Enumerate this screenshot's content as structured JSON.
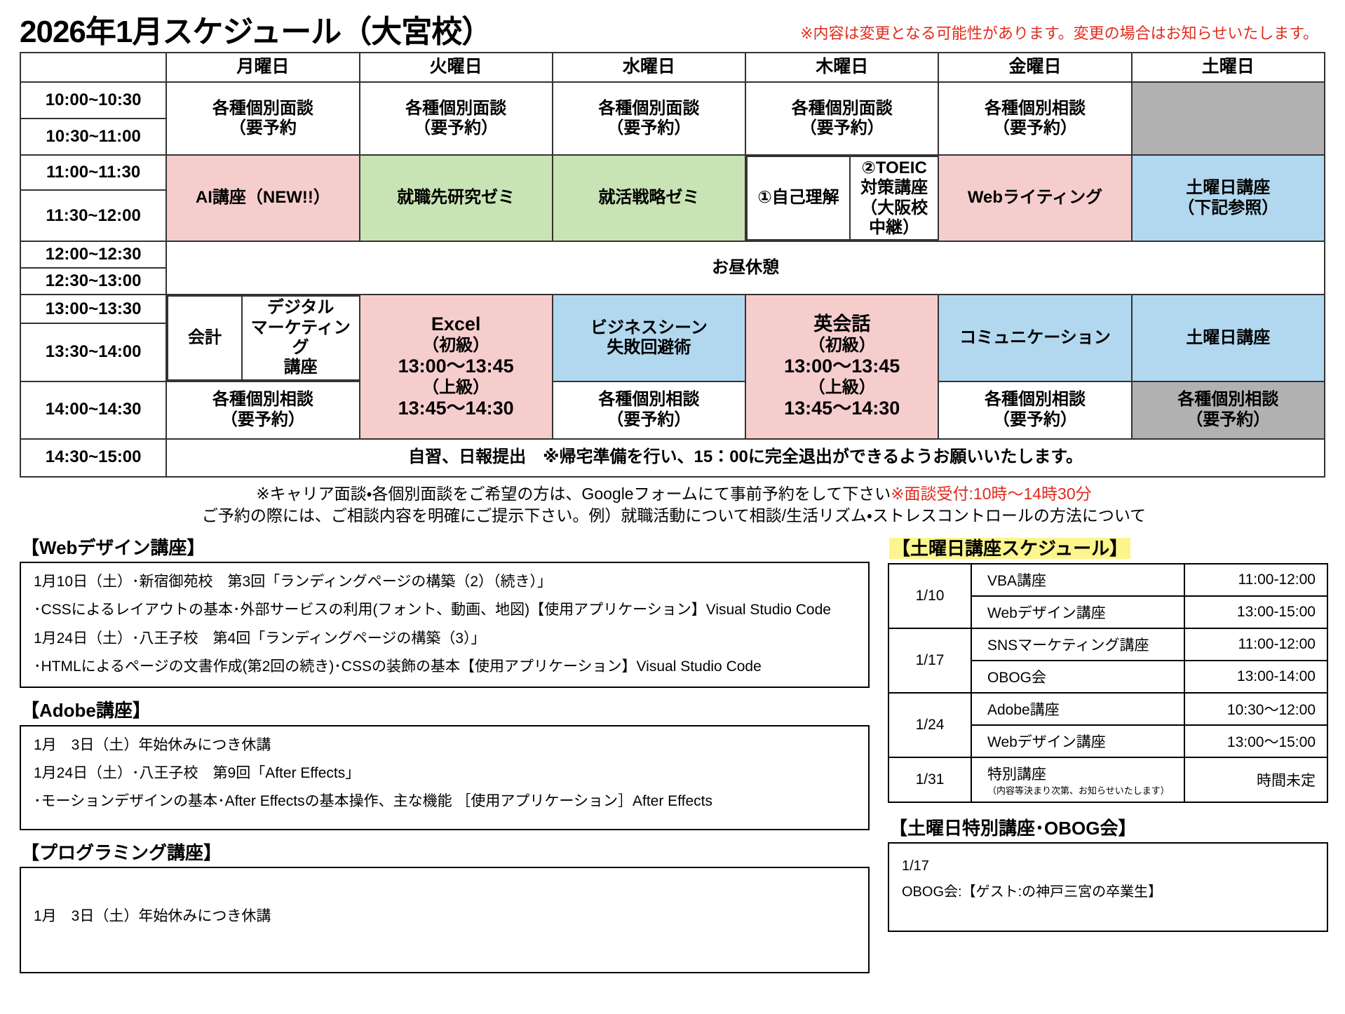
{
  "header": {
    "title": "2026年1月スケジュール（大宮校）",
    "notice": "※内容は変更となる可能性があります。変更の場合はお知らせいたします。"
  },
  "schedule": {
    "day_headers": [
      "",
      "月曜日",
      "火曜日",
      "水曜日",
      "木曜日",
      "金曜日",
      "土曜日"
    ],
    "times": {
      "t1": "10:00~10:30",
      "t2": "10:30~11:00",
      "t3": "11:00~11:30",
      "t4": "11:30~12:00",
      "t5": "12:00~12:30",
      "t6": "12:30~13:00",
      "t7": "13:00~13:30",
      "t8": "13:30~14:00",
      "t9": "14:00~14:30",
      "t10": "14:30~15:00"
    },
    "morning_consult": {
      "mon": "各種個別面談\n（要予約",
      "mon_l1": "各種個別面談",
      "mon_l2": "（要予約",
      "tue_l1": "各種個別面談",
      "tue_l2": "（要予約）",
      "wed_l1": "各種個別面談",
      "wed_l2": "（要予約）",
      "thu_l1": "各種個別面談",
      "thu_l2": "（要予約）",
      "fri_l1": "各種個別相談",
      "fri_l2": "（要予約）"
    },
    "late_morning": {
      "mon": "AI講座（NEW!!）",
      "tue": "就職先研究ゼミ",
      "wed": "就活戦略ゼミ",
      "thu_a": "①自己理解",
      "thu_b_l1": "②TOEIC",
      "thu_b_l2": "対策講座",
      "thu_b_l3": "（大阪校",
      "thu_b_l4": "中継）",
      "fri": "Webライティング",
      "sat_l1": "土曜日講座",
      "sat_l2": "（下記参照）"
    },
    "lunch": "お昼休憩",
    "afternoon": {
      "mon_a": "会計",
      "mon_b_l1": "デジタル",
      "mon_b_l2": "マーケティング",
      "mon_b_l3": "講座",
      "tue_l1": "Excel",
      "tue_l2": "（初級）",
      "tue_l3": "13:00〜13:45",
      "tue_l4": "（上級）",
      "tue_l5": "13:45〜14:30",
      "wed_l1": "ビジネスシーン",
      "wed_l2": "失敗回避術",
      "thu_l1": "英会話",
      "thu_l2": "（初級）",
      "thu_l3": "13:00〜13:45",
      "thu_l4": "（上級）",
      "thu_l5": "13:45〜14:30",
      "fri": "コミュニケーション",
      "sat": "土曜日講座"
    },
    "late_afternoon": {
      "mon_l1": "各種個別相談",
      "mon_l2": "（要予約）",
      "wed_l1": "各種個別相談",
      "wed_l2": "（要予約）",
      "fri_l1": "各種個別相談",
      "fri_l2": "（要予約）",
      "sat_l1": "各種個別相談",
      "sat_l2": "（要予約）"
    },
    "closing": "自習、日報提出　※帰宅準備を行い、15：00に完全退出ができるようお願いいたします。"
  },
  "notes": {
    "line1_black": "※キャリア面談・各個別面談をご希望の方は、Googleフォームにて事前予約をして下さい",
    "line1_red": "※面談受付:10時〜14時30分",
    "line2": "ご予約の際には、ご相談内容を明確にご提示下さい。例）就職活動について相談/生活リズム・ストレスコントロールの方法について"
  },
  "webdesign": {
    "heading": "【Webデザイン講座】",
    "lines": [
      "1月10日（土）･新宿御苑校　第3回「ランディングページの構築（2）（続き）」",
      "･CSSによるレイアウトの基本･外部サービスの利用(フォント、動画、地図)【使用アプリケーション】Visual Studio Code",
      "1月24日（土）･八王子校　第4回「ランディングページの構築（3）」",
      "･HTMLによるページの文書作成(第2回の続き)･CSSの装飾の基本【使用アプリケーション】Visual Studio Code"
    ]
  },
  "adobe": {
    "heading": "【Adobe講座】",
    "lines": [
      "1月　3日（土）年始休みにつき休講",
      "1月24日（土）･八王子校　第9回「After Effects」",
      "･モーションデザインの基本･After Effectsの基本操作、主な機能 ［使用アプリケーション］After Effects"
    ]
  },
  "programming": {
    "heading": "【プログラミング講座】",
    "lines": [
      "1月　3日（土）年始休みにつき休講"
    ]
  },
  "saturday": {
    "heading": "【土曜日講座スケジュール】",
    "rows": [
      {
        "date": "1/10",
        "items": [
          {
            "name": "VBA講座",
            "time": "11:00-12:00",
            "sub": ""
          },
          {
            "name": "Webデザイン講座",
            "time": "13:00-15:00",
            "sub": ""
          }
        ]
      },
      {
        "date": "1/17",
        "items": [
          {
            "name": "SNSマーケティング講座",
            "time": "11:00-12:00",
            "sub": ""
          },
          {
            "name": "OBOG会",
            "time": "13:00-14:00",
            "sub": ""
          }
        ]
      },
      {
        "date": "1/24",
        "items": [
          {
            "name": "Adobe講座",
            "time": "10:30〜12:00",
            "sub": ""
          },
          {
            "name": "Webデザイン講座",
            "time": "13:00〜15:00",
            "sub": ""
          }
        ]
      },
      {
        "date": "1/31",
        "items": [
          {
            "name": "特別講座",
            "time": "時間未定",
            "sub": "（内容等決まり次第、お知らせいたします）"
          }
        ]
      }
    ]
  },
  "obog": {
    "heading": "【土曜日特別講座･OBOG会】",
    "lines": [
      "1/17",
      "OBOG会:【ゲスト:の神戸三宮の卒業生】"
    ]
  }
}
